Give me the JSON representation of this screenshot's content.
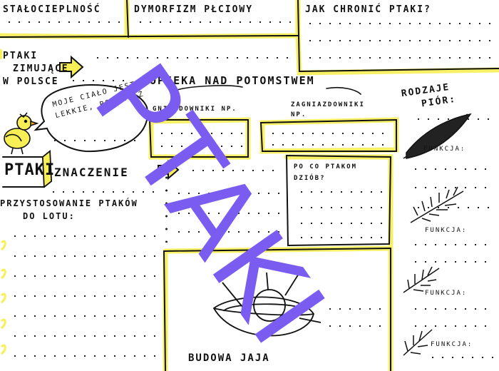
{
  "headers": {
    "stalocieplnosc": "STAŁOCIEPLNOŚĆ",
    "dymorfizm": "DYMORFIZM PŁCIOWY",
    "jak_chronic": "JAK CHRONIĆ PTAKI?"
  },
  "left": {
    "ptaki_zimujace": [
      "PTAKI",
      "ZIMUJĄCE",
      "W POLSCE"
    ],
    "bubble": [
      "MOJE CIAŁO JEST",
      "LEKKIE, PONIEWAŻ"
    ],
    "ptaki_label": "PTAKI",
    "znaczenie": "ZNACZENIE",
    "przystosowanie": [
      "PRZYSTOSOWANIE PTAKÓW",
      "DO LOTU:"
    ]
  },
  "center": {
    "opieka": "OPIEKA NAD POTOMSTWEM",
    "gniazdowniki": "GNIAZDOWNIKI NP.",
    "zagniazdowniki": [
      "ZAGNIAZDOWNIKI",
      "NP."
    ],
    "po_co_dziob": [
      "PO CO PTAKOM",
      "DZIÓB?"
    ],
    "budowa_jaja": "BUDOWA JAJA"
  },
  "right": {
    "rodzaje_pior": [
      "RODZAJE",
      "PIÓR:"
    ],
    "funkcja_labels": [
      "FUNKCJA:",
      "FUNKCJA:",
      "FUNKCJA:",
      "FUNKCJA:"
    ]
  },
  "overlay_title": "PTAKI",
  "colors": {
    "highlight_yellow": "#f7ef55",
    "overlay_purple": "#7b5cf0",
    "ink": "#111111"
  }
}
